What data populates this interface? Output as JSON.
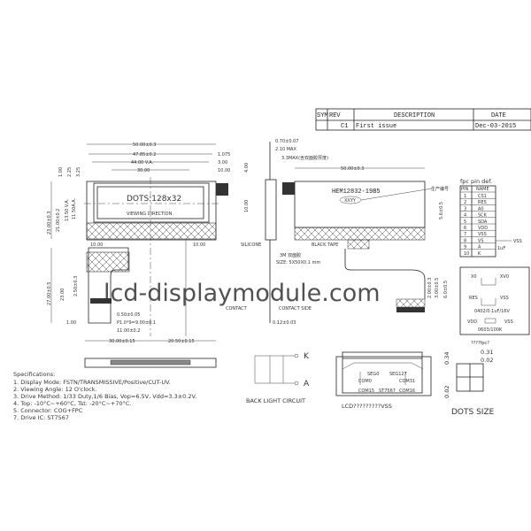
{
  "revision_table": {
    "headers": [
      "SYM",
      "REV",
      "DESCRIPTION",
      "DATE"
    ],
    "rows": [
      [
        "",
        "C1",
        "First issue",
        "Dec-03-2015"
      ]
    ]
  },
  "front_view": {
    "dims_top": [
      "50.00±0.3",
      "47.85±0.2",
      "44.00 V.A.",
      "30.00"
    ],
    "dims_right": [
      "1.075",
      "3.00",
      "10.00",
      "4.00",
      "10.00"
    ],
    "dims_left": [
      "1.00",
      "2.25",
      "3.25",
      "23.00±0.3",
      "21.00±0.2",
      "13.50 V.A.",
      "11.50A.A.",
      "27.00±0.5",
      "23.00",
      "2.50±0.3"
    ],
    "dims_bottom": [
      "10.00",
      "10.00",
      "0.50±0.05",
      "P1.0*9=9.00±0.1",
      "11.00±0.2",
      "1.00",
      "30.00±0.15",
      "20.50±0.15"
    ],
    "display_text": "DOTS:128x32",
    "viewing_direction": "VIEWING DIRECTION"
  },
  "side_view": {
    "dims": [
      "0.70±0.07",
      "2.10 MAX",
      "3.3MAX(含双面胶厚度)",
      "0.12±0.03"
    ],
    "labels": [
      "SILICONE",
      "3M 双面胶",
      "SIZE: 5X50X0.1 mm",
      "CONTACT",
      "CONTACT SIDE"
    ]
  },
  "rear_view": {
    "width_dim": "50.00±0.3",
    "model": "HEM12832-19B5",
    "date_code": "XXYY",
    "height_dim": "5.6±0.5",
    "black_tape": "BLACK TAPE",
    "dims_right": [
      "2.00±0.3",
      "3.00±0.5",
      "6.0±0.5"
    ],
    "part_label": "生产编号"
  },
  "pin_table": {
    "title": "fpc pin def.",
    "headers": [
      "PIN",
      "NAME"
    ],
    "rows": [
      [
        "1",
        "CS1"
      ],
      [
        "2",
        "RES"
      ],
      [
        "3",
        "A0"
      ],
      [
        "4",
        "SCK"
      ],
      [
        "5",
        "SDA"
      ],
      [
        "6",
        "VDD"
      ],
      [
        "7",
        "VSS"
      ],
      [
        "8",
        "VS"
      ],
      [
        "9",
        "A"
      ],
      [
        "10",
        "K"
      ]
    ],
    "vs_note": "VSS",
    "cap_note": "1uF"
  },
  "circuit_box": {
    "labels": [
      "X0",
      "XV0",
      "RES",
      "VSS",
      "0402/0.1uF/16V",
      "VDD",
      "VSS",
      "0603/100K"
    ],
    "caption": "????fpc?"
  },
  "ic_view": {
    "labels": [
      "SEG0",
      "SEG127",
      "COM0",
      "COM31",
      "COM15",
      "ST7567",
      "COM16"
    ],
    "caption": "LCD?????????VSS"
  },
  "dots_size": {
    "title": "DOTS  SIZE",
    "dims": [
      "0.34",
      "0.31",
      "0.02",
      "0.02"
    ]
  },
  "backlight": {
    "title": "BACK LIGHT CIRCUIT",
    "terminals": [
      "K",
      "A"
    ]
  },
  "specifications": {
    "title": "Specifications:",
    "items": [
      "1. Display Mode:   FSTN/TRANSMISSIVE/Positive/CUT-UV.",
      "2. Viewing Angle:   12  O'clock.",
      "3. Drive Method:   1/33 Duty,1/6 Bias, Vop=6.5V, Vdd=3.3±0.2V.",
      "4. Top: -10°C~+60°C, Tst: -20°C~+70°C.",
      "5. Connector: COG+FPC",
      "7. Drive IC:  ST7567"
    ]
  },
  "watermark": "lcd-displaymodule.com"
}
